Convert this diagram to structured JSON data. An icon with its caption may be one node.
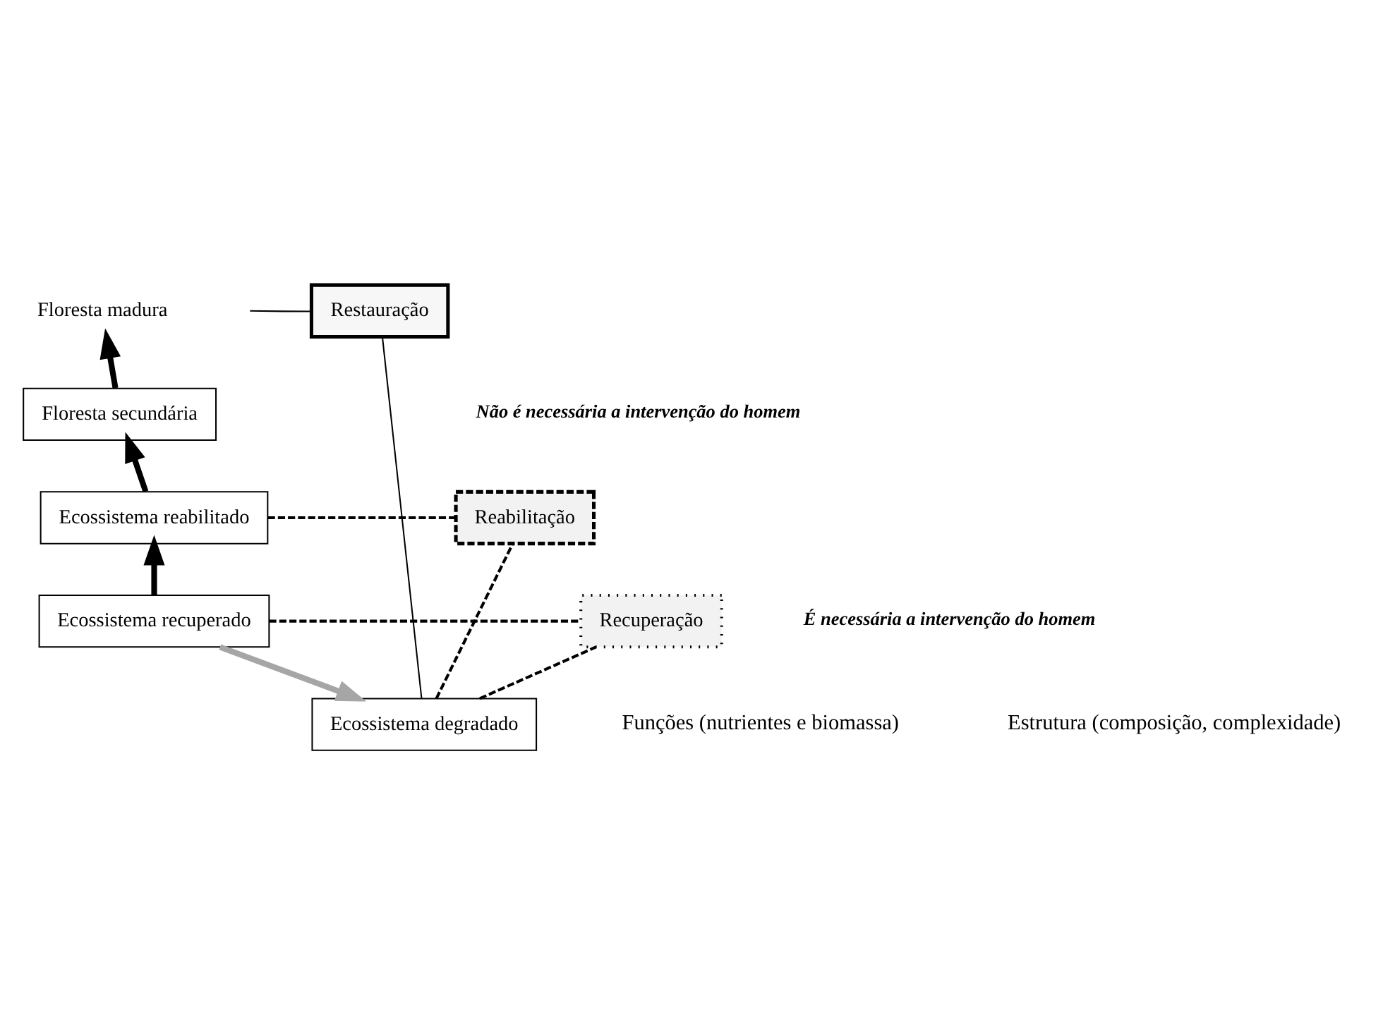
{
  "diagram": {
    "nodes": [
      {
        "text": [
          "Ecossistema degradado"
        ]
      },
      {
        "text": [
          "Ecossistema recuperado"
        ]
      },
      {
        "text": [
          "Ecossistema reabilitado"
        ]
      },
      {
        "text": [
          "Floresta secundária"
        ]
      },
      {
        "text": [
          "Floresta madura"
        ]
      },
      {
        "text": [
          "Restauração"
        ]
      },
      {
        "text": [
          "Reabilitação"
        ]
      },
      {
        "text": [
          "Recuperação"
        ]
      }
    ],
    "edges": [
      {
        "from": 1,
        "to": 0,
        "arrow": "to",
        "style": "thick",
        "color": "#a6a6a6"
      },
      {
        "from": 1,
        "to": 2,
        "arrow": "to",
        "style": "thick"
      },
      {
        "from": 2,
        "to": 3,
        "arrow": "to",
        "style": "thick"
      },
      {
        "from": 3,
        "to": 4,
        "arrow": "to",
        "style": "thick"
      },
      {
        "from": 0,
        "to": 5,
        "arrow": "none"
      },
      {
        "from": null,
        "to": 5,
        "arrow": "none"
      },
      {
        "from": 0,
        "to": 6,
        "arrow": "none",
        "style": "dashed"
      },
      {
        "from": 2,
        "to": 6,
        "arrow": "none",
        "style": "dashed"
      },
      {
        "from": 0,
        "to": 7,
        "arrow": "none",
        "style": "dashed"
      },
      {
        "from": 1,
        "to": 7,
        "arrow": "none",
        "style": "dashed"
      }
    ],
    "labels": [
      "Não é necessária a intervenção do homem",
      "É necessária a intervenção do homem",
      "Funções (nutrientes e biomassa)",
      "Estrutura (composição, complexidade)"
    ]
  }
}
